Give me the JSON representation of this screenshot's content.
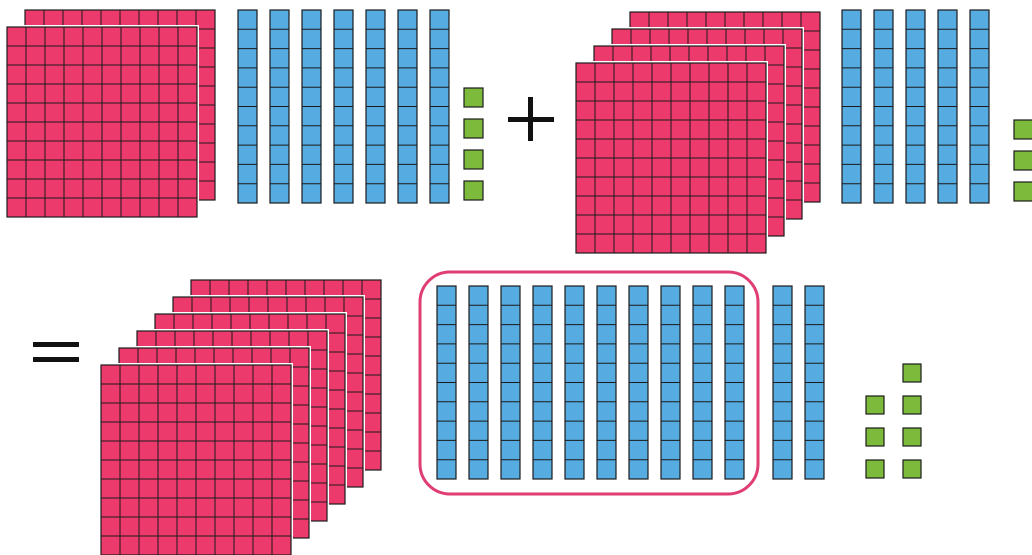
{
  "colors": {
    "hundred_flat": "#ec3a6c",
    "ten_rod": "#56abe0",
    "one_cube": "#7dba3b",
    "grid_line": "#1b1b1b",
    "group_outline": "#e03e72",
    "operator": "#111111"
  },
  "operators": {
    "plus": "plus-sign",
    "equals": "equals-sign"
  },
  "addend_1": {
    "hundreds": 2,
    "tens": 7,
    "ones": 4
  },
  "addend_2": {
    "hundreds": 4,
    "tens": 5,
    "ones": 3
  },
  "sum_shown": {
    "hundreds": 6,
    "tens": 12,
    "ones": 7,
    "circled_tens_group": 10
  }
}
